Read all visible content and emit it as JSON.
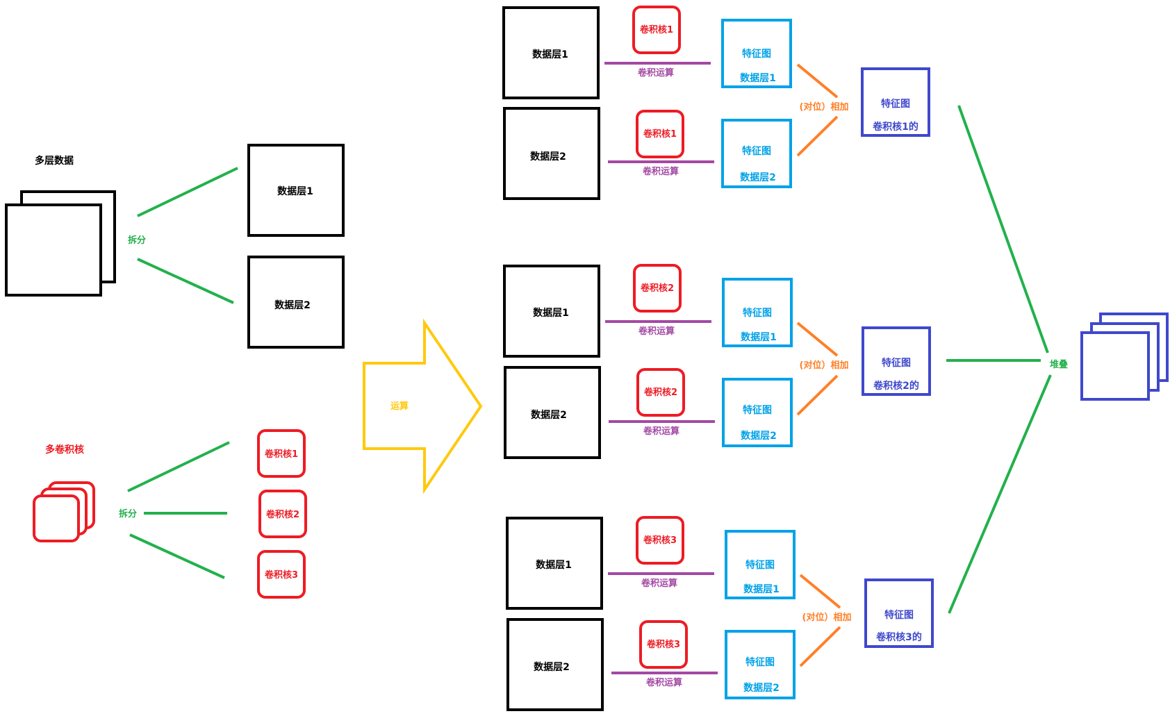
{
  "colors": {
    "black": "#000000",
    "green": "#22b14c",
    "red": "#ed1c24",
    "yellow": "#ffc90e",
    "purple": "#a349a4",
    "cyan": "#00a2e8",
    "orange": "#ff7f27",
    "indigo": "#3f48cc"
  },
  "left": {
    "multi_data_title": "多层数据",
    "split_label_top": "拆分",
    "data_layer_1": "数据层1",
    "data_layer_2": "数据层2",
    "multi_kernel_title": "多卷积核",
    "split_label_bottom": "拆分",
    "kernels": [
      "卷积核1",
      "卷积核2",
      "卷积核3"
    ]
  },
  "arrow_label": "运算",
  "groups": [
    {
      "data_layers": [
        "数据层1",
        "数据层2"
      ],
      "kernel": "卷积核1",
      "conv_label": "卷积运算",
      "feature_title": "特征图",
      "feature_layers": [
        "数据层1",
        "数据层2"
      ],
      "sum_label": "(对位）相加",
      "result_title": "特征图",
      "result_caption": "卷积核1的"
    },
    {
      "data_layers": [
        "数据层1",
        "数据层2"
      ],
      "kernel": "卷积核2",
      "conv_label": "卷积运算",
      "feature_title": "特征图",
      "feature_layers": [
        "数据层1",
        "数据层2"
      ],
      "sum_label": "(对位）相加",
      "result_title": "特征图",
      "result_caption": "卷积核2的"
    },
    {
      "data_layers": [
        "数据层1",
        "数据层2"
      ],
      "kernel": "卷积核3",
      "conv_label": "卷积运算",
      "feature_title": "特征图",
      "feature_layers": [
        "数据层1",
        "数据层2"
      ],
      "sum_label": "(对位）相加",
      "result_title": "特征图",
      "result_caption": "卷积核3的"
    }
  ],
  "stack_label": "堆叠"
}
